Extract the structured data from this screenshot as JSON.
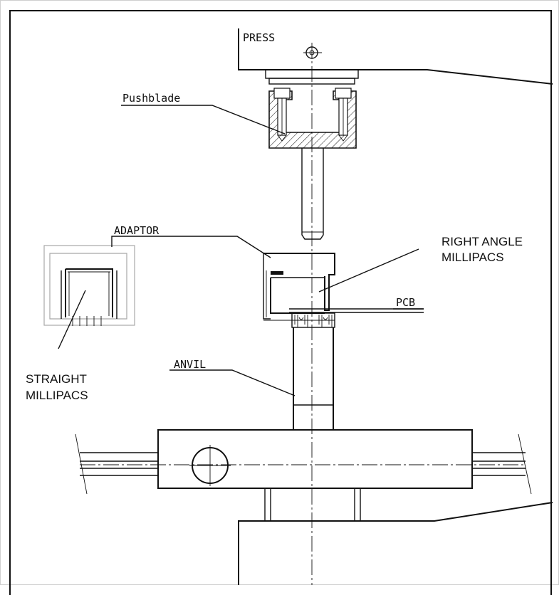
{
  "labels": {
    "press": "PRESS",
    "pushblade": "Pushblade",
    "adaptor": "ADAPTOR",
    "right_angle_line1": "RIGHT ANGLE",
    "right_angle_line2": "MILLIPACS",
    "pcb": "PCB",
    "straight_line1": "STRAIGHT",
    "straight_line2": "MILLIPACS",
    "anvil": "ANVIL"
  }
}
